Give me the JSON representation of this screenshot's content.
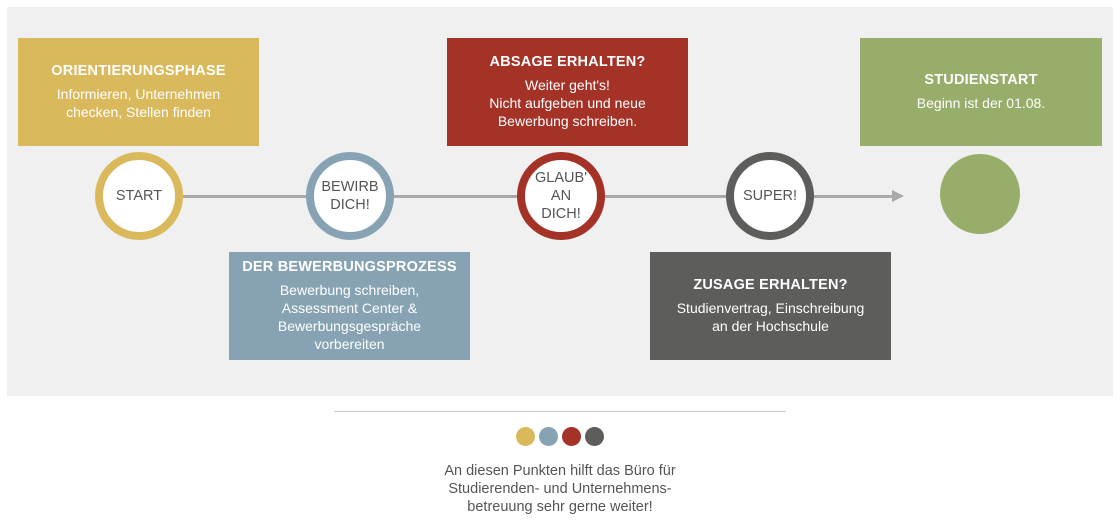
{
  "colors": {
    "yellow": "#d9b95b",
    "blue": "#87a3b3",
    "red": "#a53226",
    "gray": "#5d5d5b",
    "green": "#97ad6a"
  },
  "boxes": {
    "orientation": {
      "title": "ORIENTIERUNGSPHASE",
      "text": "Informieren, Unternehmen\nchecken, Stellen finden"
    },
    "application": {
      "title": "DER BEWERBUNGSPROZESS",
      "text": "Bewerbung schreiben,\nAssessment Center &\nBewerbungsgespräche\nvorbereiten"
    },
    "rejection": {
      "title": "ABSAGE ERHALTEN?",
      "text": "Weiter geht's!\nNicht aufgeben und neue\nBewerbung schreiben."
    },
    "acceptance": {
      "title": "ZUSAGE ERHALTEN?",
      "text": "Studienvertrag, Einschreibung\nan der Hochschule"
    },
    "studystart": {
      "title": "STUDIENSTART",
      "text": "Beginn ist der 01.08."
    }
  },
  "circles": {
    "start": "START",
    "apply": "BEWIRB\nDICH!",
    "believe": "GLAUB'\nAN\nDICH!",
    "super": "SUPER!"
  },
  "footer": {
    "text": "An diesen Punkten hilft das Büro für\nStudierenden- und Unternehmens-\nbetreuung sehr gerne weiter!"
  }
}
